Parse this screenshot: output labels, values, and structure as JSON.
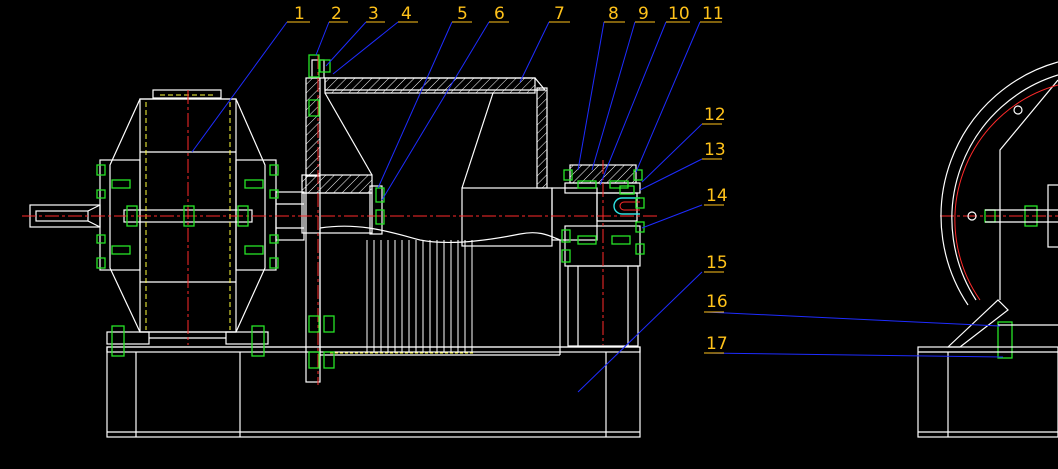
{
  "drawing": {
    "part_labels": [
      "1",
      "2",
      "3",
      "4",
      "5",
      "6",
      "7",
      "8",
      "9",
      "10",
      "11",
      "12",
      "13",
      "14",
      "15",
      "16",
      "17"
    ]
  },
  "colors": {
    "background": "#000000",
    "outline": "#ffffff",
    "leader_line": "#1e2cff",
    "label": "#ffc21a",
    "center_line": "#ff2a2a",
    "hidden_line": "#ffff3c",
    "bolt": "#27e527",
    "accent_cyan": "#2fe3e3"
  }
}
